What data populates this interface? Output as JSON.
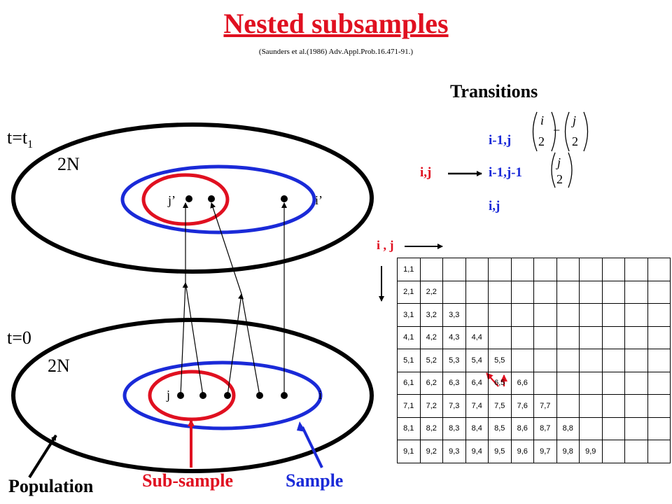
{
  "title": "Nested subsamples",
  "reference": "(Saunders et al.(1986) Adv.Appl.Prob.16.471-91.)",
  "transitions": {
    "heading": "Transitions",
    "from_state": "i,j",
    "targets": [
      "i-1,j",
      "i-1,j-1",
      "i,j"
    ],
    "rate1": {
      "top_a": "i",
      "bottom_a": "2",
      "minus": "−",
      "top_b": "j",
      "bottom_b": "2"
    },
    "rate2": {
      "top": "j",
      "bottom": "2"
    }
  },
  "time_top": {
    "t": "t=t",
    "sub": "1"
  },
  "time_bottom": "t=0",
  "pop_size_top": "2N",
  "pop_size_bottom": "2N",
  "point_labels": {
    "j_prime": "j’",
    "i_prime": "i’",
    "j": "j",
    "i": "i"
  },
  "axis_label": "i , j",
  "grid_rows": [
    [
      "1,1"
    ],
    [
      "2,1",
      "2,2"
    ],
    [
      "3,1",
      "3,2",
      "3,3"
    ],
    [
      "4,1",
      "4,2",
      "4,3",
      "4,4"
    ],
    [
      "5,1",
      "5,2",
      "5,3",
      "5,4",
      "5,5"
    ],
    [
      "6,1",
      "6,2",
      "6,3",
      "6,4",
      "6,5",
      "6,6"
    ],
    [
      "7,1",
      "7,2",
      "7,3",
      "7,4",
      "7,5",
      "7,6",
      "7,7"
    ],
    [
      "8,1",
      "8,2",
      "8,3",
      "8,4",
      "8,5",
      "8,6",
      "8,7",
      "8,8"
    ],
    [
      "9,1",
      "9,2",
      "9,3",
      "9,4",
      "9,5",
      "9,6",
      "9,7",
      "9,8",
      "9,9"
    ]
  ],
  "legend": {
    "population": "Population",
    "subsample": "Sub-sample",
    "sample": "Sample"
  },
  "colors": {
    "title": "#e01020",
    "sample": "#1a2ad8",
    "subsample": "#e01020",
    "population": "#000000"
  }
}
